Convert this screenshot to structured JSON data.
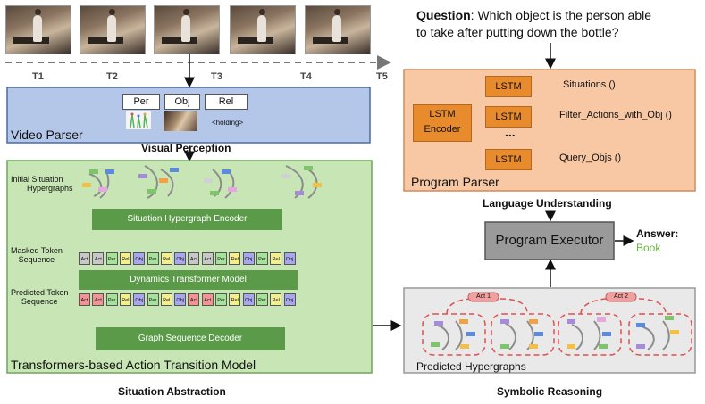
{
  "timeline": {
    "labels": [
      "T1",
      "T2",
      "T3",
      "T4",
      "T5"
    ]
  },
  "video_parser": {
    "title": "Video Parser",
    "buttons": [
      "Per",
      "Obj",
      "Rel"
    ],
    "holding": "<holding>",
    "caption": "Visual Perception"
  },
  "situation": {
    "initial_label_1": "Initial Situation",
    "initial_label_2": "Hypergraphs",
    "encoder": "Situation Hypergraph Encoder",
    "masked_label_1": "Masked Token",
    "masked_label_2": "Sequence",
    "masked_tokens": [
      "Act",
      "Act",
      "Per",
      "Rel",
      "Obj",
      "Per",
      "Rel",
      "Obj",
      "Act",
      "Act",
      "Per",
      "Rel",
      "Obj",
      "Per",
      "Rel",
      "Obj"
    ],
    "transformer": "Dynamics Transformer Model",
    "predicted_label_1": "Predicted Token",
    "predicted_label_2": "Sequence",
    "predicted_tokens": [
      "Act",
      "Act",
      "Per",
      "Rel",
      "Obj",
      "Per",
      "Rel",
      "Obj",
      "Act",
      "Act",
      "Per",
      "Rel",
      "Obj",
      "Per",
      "Rel",
      "Obj"
    ],
    "decoder": "Graph Sequence Decoder",
    "title": "Transformers-based Action Transition Model",
    "caption": "Situation Abstraction"
  },
  "question": {
    "prefix": "Question",
    "line1": ": Which object is the person able",
    "line2": "to take after putting down the bottle?"
  },
  "program_parser": {
    "encoder_1": "LSTM",
    "encoder_2": "Encoder",
    "lstm_label": "LSTM",
    "ellipsis": "...",
    "programs": [
      "Situations ()",
      "Filter_Actions_with_Obj ()",
      "Query_Objs ()"
    ],
    "title": "Program Parser",
    "caption": "Language Understanding"
  },
  "executor": {
    "label": "Program Executor",
    "answer_label": "Answer:",
    "answer_value": "Book"
  },
  "reasoning": {
    "act1": "Act 1",
    "act2": "Act 2",
    "title": "Predicted Hypergraphs",
    "caption": "Symbolic Reasoning"
  },
  "colors": {
    "token_act": "#c8c8c8",
    "token_per": "#a6e39a",
    "token_rel": "#f3ee8f",
    "token_obj": "#a9a6f0",
    "token_act_pred": "#f29494",
    "answer": "#6fb24a"
  }
}
